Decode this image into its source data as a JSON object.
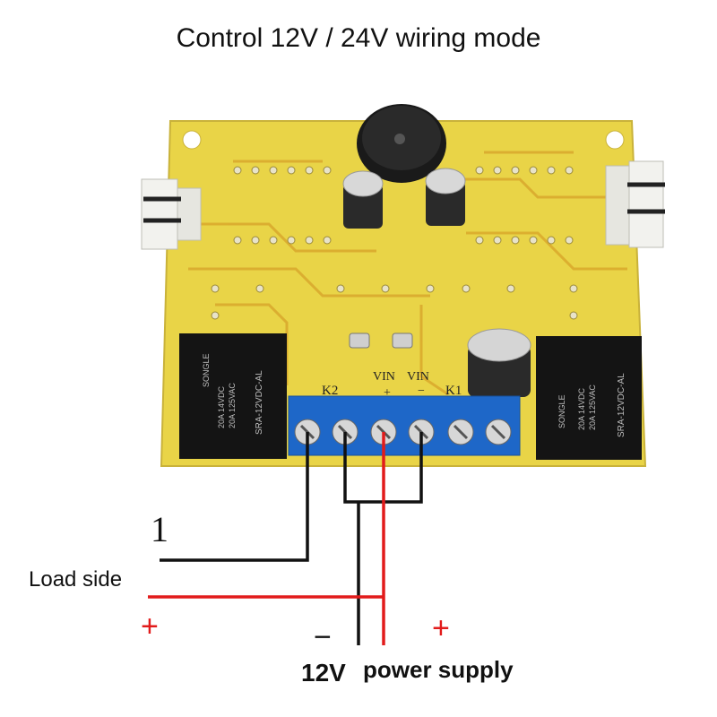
{
  "title": "Control 12V / 24V wiring mode",
  "board": {
    "terminal_labels": {
      "k2": "K2",
      "vin_left": "VIN",
      "vin_right": "VIN",
      "plus": "+",
      "minus": "−",
      "k1": "K1"
    },
    "relay_left": {
      "brand": "SONGLE",
      "rating1": "20A 14VDC",
      "rating2": "20A 125VAC",
      "model": "SRA-12VDC-AL"
    },
    "relay_right": {
      "brand": "SONGLE",
      "rating1": "20A 14VDC",
      "rating2": "20A 125VAC",
      "model": "SRA-12VDC-AL"
    }
  },
  "wiring": {
    "load_number": "1",
    "load_label": "Load side",
    "load_plus": "+",
    "supply_minus": "−",
    "supply_plus": "+",
    "supply_voltage": "12V",
    "supply_label": "power supply"
  },
  "colors": {
    "pcb": "#e9d447",
    "pcb_trace": "#d9a82c",
    "relay": "#111111",
    "terminal_block": "#1e67c8",
    "wire_black": "#111111",
    "wire_red": "#e21b1b"
  }
}
